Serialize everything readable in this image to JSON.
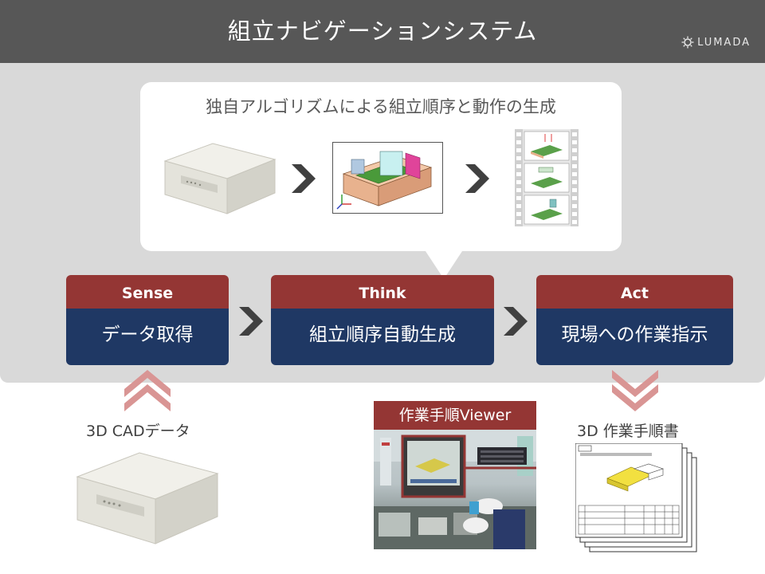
{
  "header": {
    "title": "組立ナビゲーションシステム",
    "brand": "LUMADA"
  },
  "bubble": {
    "caption": "独自アルゴリズムによる組立順序と動作の生成"
  },
  "stages": [
    {
      "head": "Sense",
      "body": "データ取得"
    },
    {
      "head": "Think",
      "body": "組立順序自動生成"
    },
    {
      "head": "Act",
      "body": "現場への作業指示"
    }
  ],
  "inputs": {
    "cad_label": "3D CADデータ"
  },
  "outputs": {
    "viewer_label": "作業手順Viewer",
    "manual_label": "3D 作業手順書"
  },
  "colors": {
    "header_bg": "#575757",
    "panel_bg": "#d9d9d9",
    "accent_red": "#943634",
    "accent_navy": "#1f3864",
    "chevron_gray": "#404040",
    "chevron_pink": "#d99594"
  }
}
